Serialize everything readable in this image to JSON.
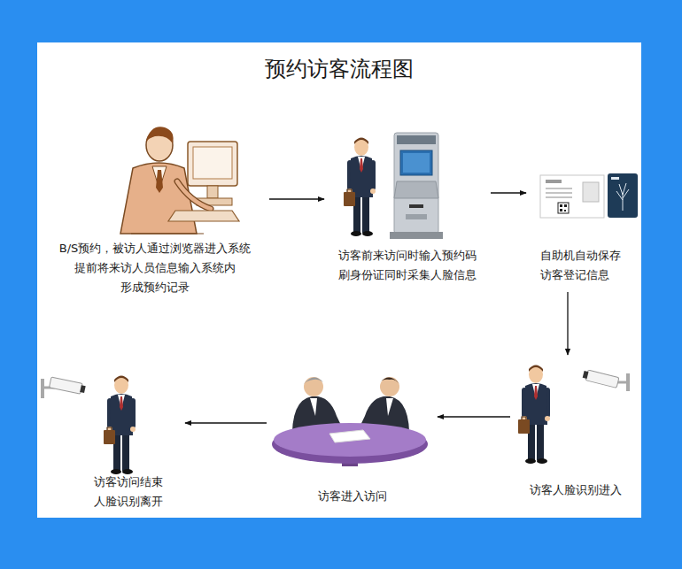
{
  "diagram": {
    "title": "预约访客流程图",
    "nodes": [
      {
        "text": [
          "B/S预约，被访人通过浏览器进入系统 提前将来访人员信息输入系统内 形成预约记录"
        ]
      },
      {
        "text": [
          "访客前来访问时输入预约码 刷身份证同时采集人脸信息"
        ]
      },
      {
        "text": [
          "自助机自动保存 访客登记信息"
        ]
      },
      {
        "text": [
          "访客人脸识别进入"
        ]
      },
      {
        "text": [
          "访客进入访问"
        ]
      },
      {
        "text": [
          "访客访问结束 人脸识别离开"
        ]
      }
    ],
    "edges": [
      {
        "from": 0,
        "to": 1,
        "arrow": "to"
      },
      {
        "from": 1,
        "to": 2,
        "arrow": "to"
      },
      {
        "from": 2,
        "to": 3,
        "arrow": "to"
      },
      {
        "from": 3,
        "to": 4,
        "arrow": "to"
      },
      {
        "from": 4,
        "to": 5,
        "arrow": "to"
      }
    ]
  }
}
